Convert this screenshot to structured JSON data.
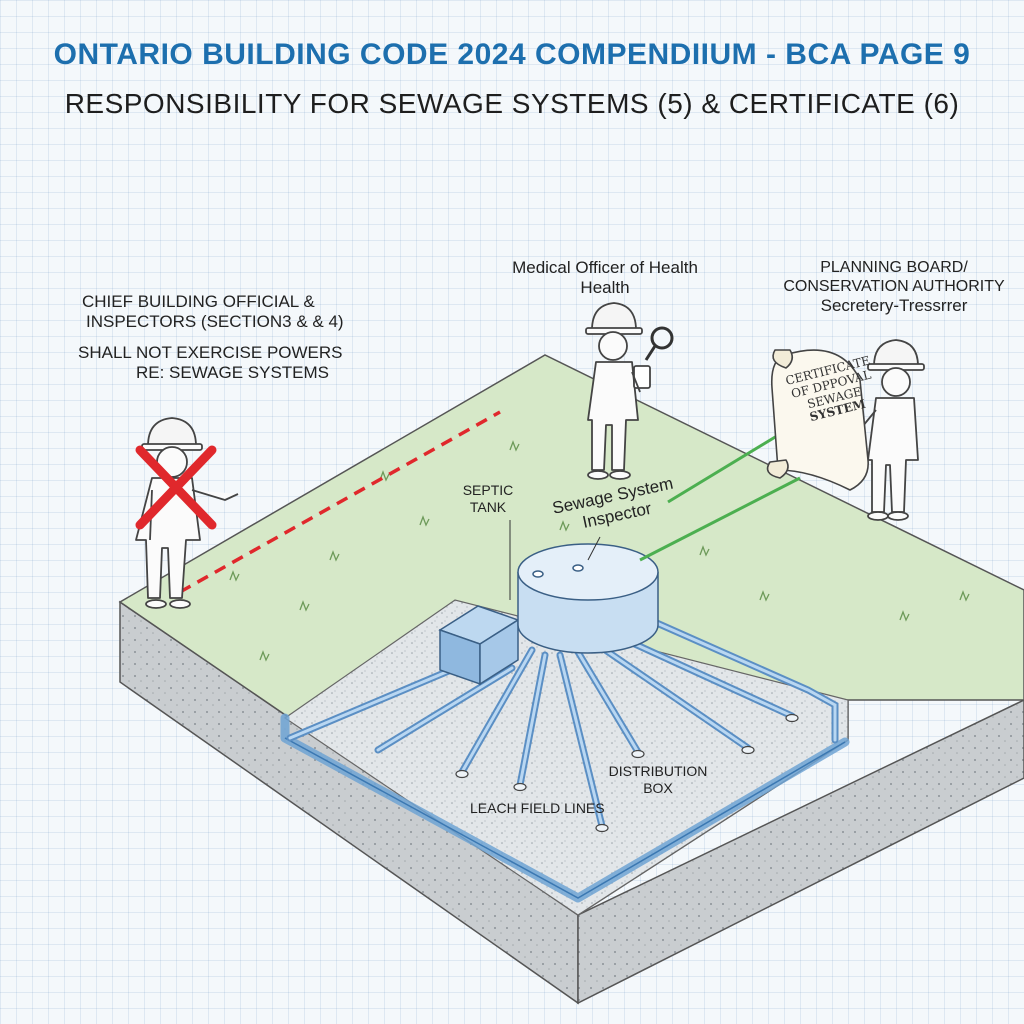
{
  "header": {
    "title": "ONTARIO BUILDING CODE 2024 COMPENDIIUM - BCA PAGE 9",
    "subtitle": "RESPONSIBILITY FOR SEWAGE SYSTEMS (5) & CERTIFICATE (6)"
  },
  "labels": {
    "chief_line1": "CHIEF BUILDING OFFICIAL &",
    "chief_line2": "INSPECTORS (SECTION3 & & 4)",
    "chief_line3": "SHALL NOT EXERCISE POWERS",
    "chief_line4": "RE: SEWAGE SYSTEMS",
    "moh_line1": "Medical Officer of Health",
    "moh_line2": "Health",
    "planning_line1": "PLANNING BOARD/",
    "planning_line2": "CONSERVATION AUTHORITY",
    "planning_line3": "Secretery-Tressrrer",
    "septic_line1": "SEPTIC",
    "septic_line2": "TANK",
    "ssi_line1": "Sewage System",
    "ssi_line2": "Inspector",
    "distribution_line1": "DISTRIBUTION",
    "distribution_line2": "BOX",
    "leach": "LEACH FIELD LINES"
  },
  "certificate": {
    "line1": "CERTIFICATE",
    "line2": "OF DPPOVAL",
    "line3": "SEWAGE",
    "line4": "SYSTEM"
  },
  "colors": {
    "title": "#1d6fae",
    "grass": "#d6e8c8",
    "gravel": "#dfe3e6",
    "pipe": "#9fc4e6",
    "prohibit_x": "#e0282c",
    "boundary_dash": "#e0282c",
    "connector": "#4caf50"
  }
}
